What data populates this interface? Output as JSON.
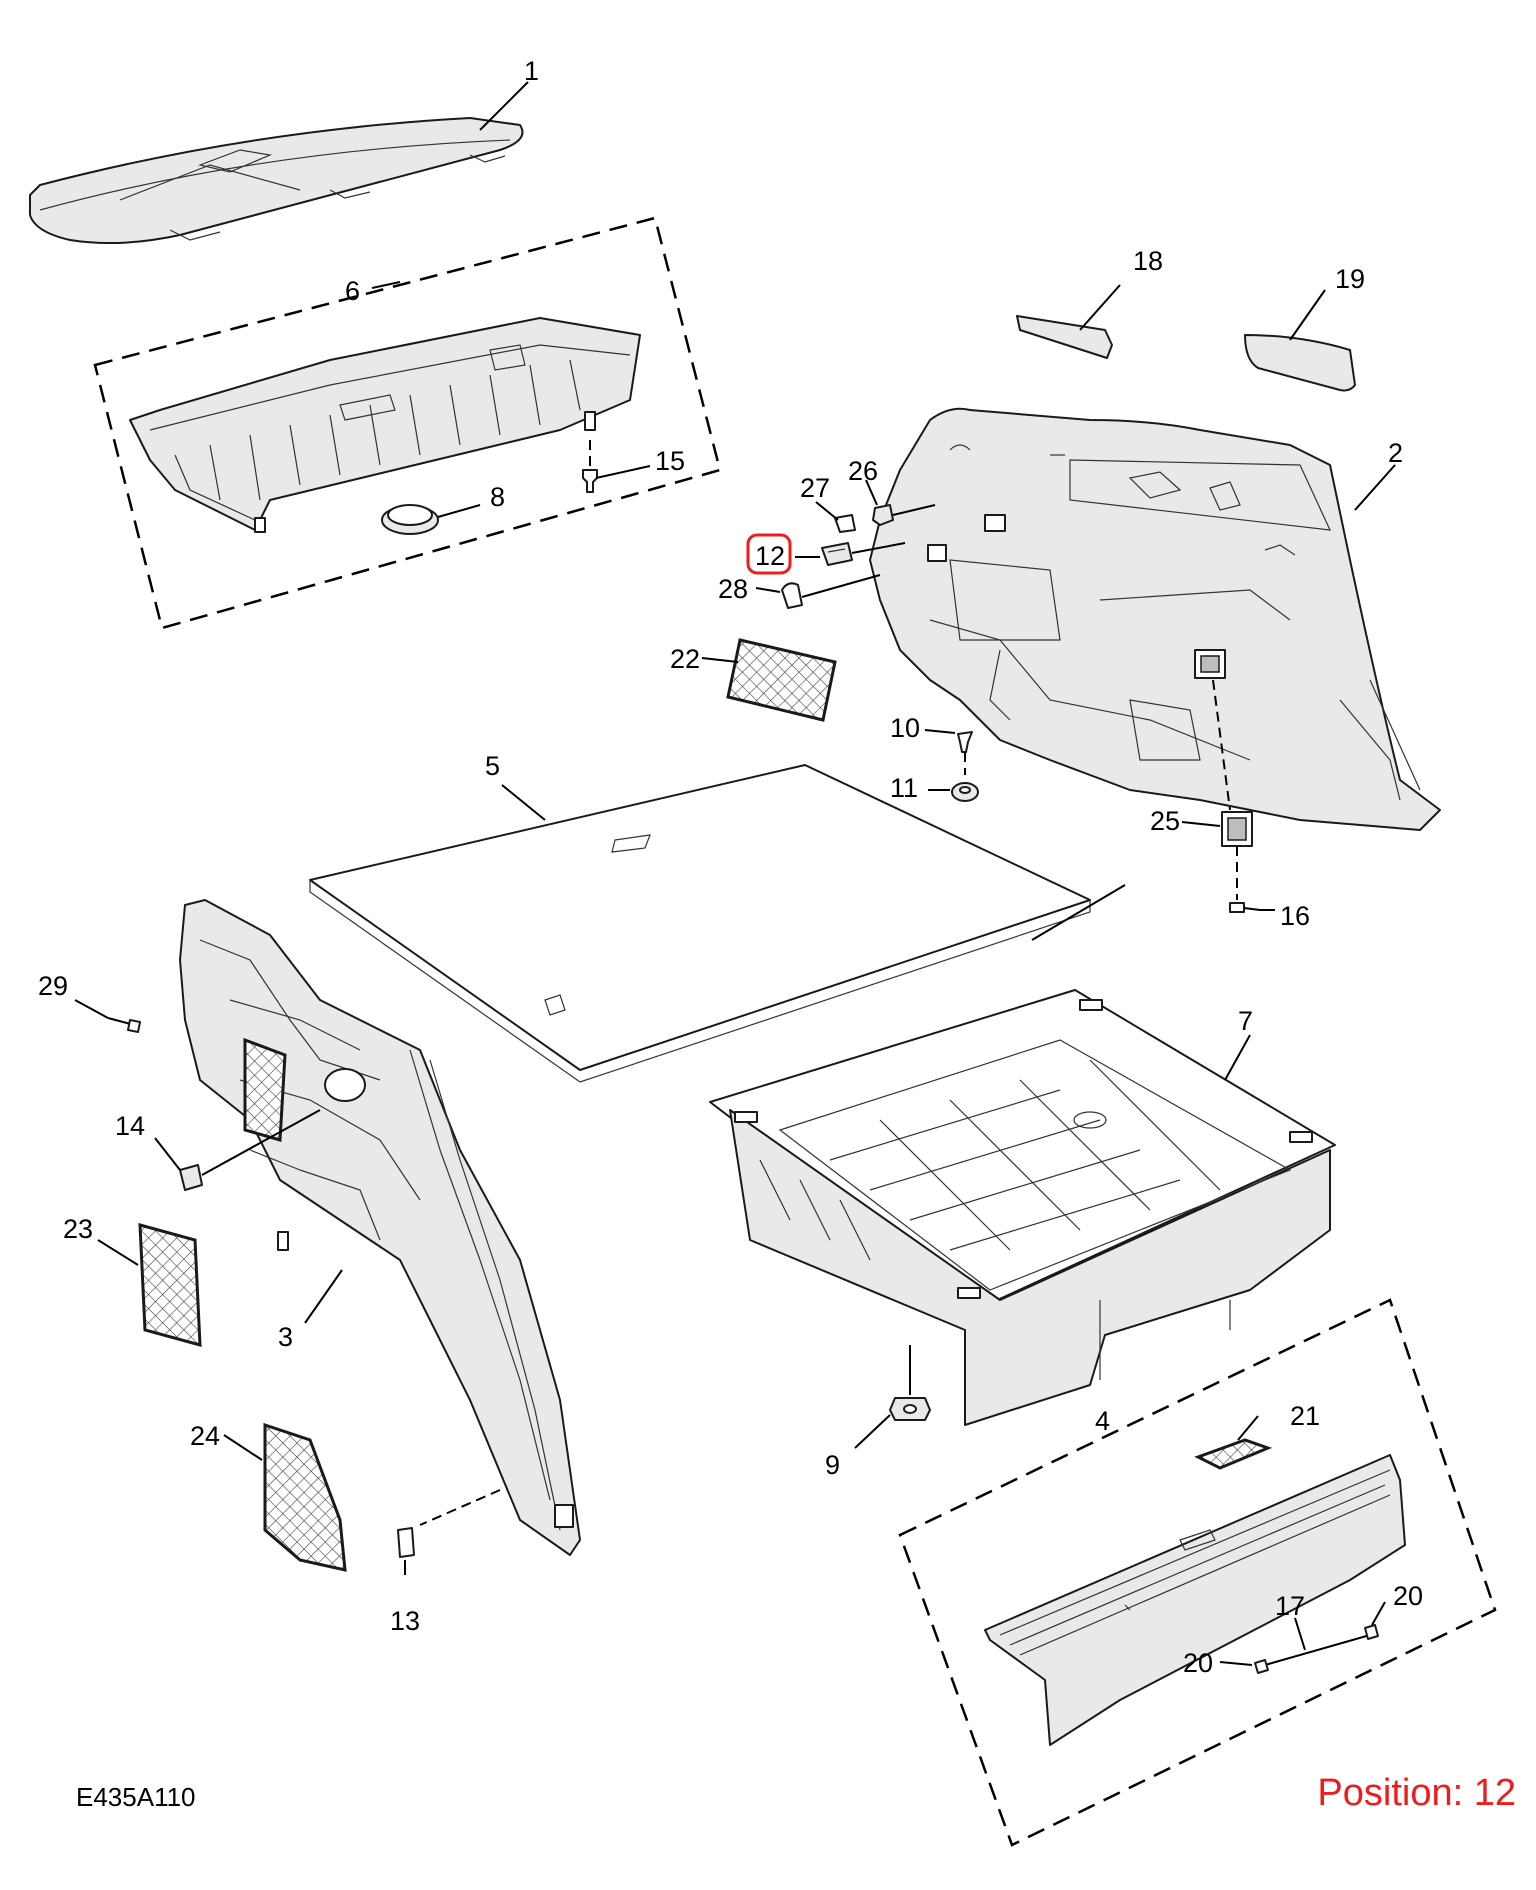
{
  "diagram": {
    "code": "E435A110",
    "position_label": "Position: 12",
    "highlighted_callout": "12",
    "highlight_color": "#ee1c1c",
    "callouts": [
      "1",
      "2",
      "3",
      "4",
      "5",
      "6",
      "7",
      "8",
      "9",
      "10",
      "11",
      "12",
      "13",
      "14",
      "15",
      "16",
      "17",
      "18",
      "19",
      "20",
      "20",
      "21",
      "22",
      "23",
      "24",
      "25",
      "26",
      "27",
      "28",
      "29"
    ]
  }
}
